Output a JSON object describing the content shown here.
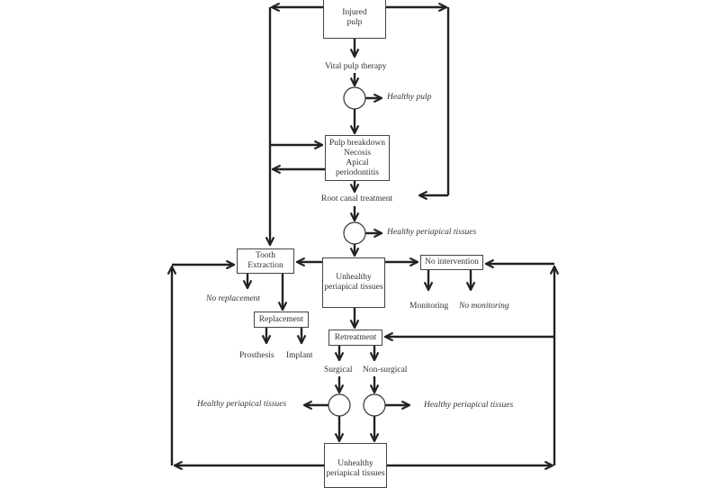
{
  "diagram": {
    "nodes": {
      "injured_pulp": "Injured pulp",
      "vital_pulp_therapy": "Vital pulp therapy",
      "healthy_pulp": "Healthy pulp",
      "pulp_breakdown": [
        "Pulp breakdown",
        "Necosis",
        "Apical",
        "periodontitis"
      ],
      "root_canal_treatment": "Root canal treatment",
      "healthy_periapical_1": "Healthy periapical tissues",
      "tooth_extraction": [
        "Tooth",
        "Extraction"
      ],
      "unhealthy_periapical_1": [
        "Unhealthy",
        "periapical tissues"
      ],
      "no_intervention": "No intervention",
      "no_replacement": "No replacement",
      "replacement": "Replacement",
      "prosthesis": "Prosthesis",
      "implant": "Implant",
      "monitoring": "Monitoring",
      "no_monitoring": "No monitoring",
      "retreatment": "Retreatment",
      "surgical": "Surgical",
      "non_surgical": "Non-surgical",
      "healthy_periapical_left": "Healthy periapical tissues",
      "healthy_periapical_right": "Healthy periapical tissues",
      "unhealthy_periapical_2": [
        "Unhealthy",
        "periapical tissues"
      ]
    }
  }
}
